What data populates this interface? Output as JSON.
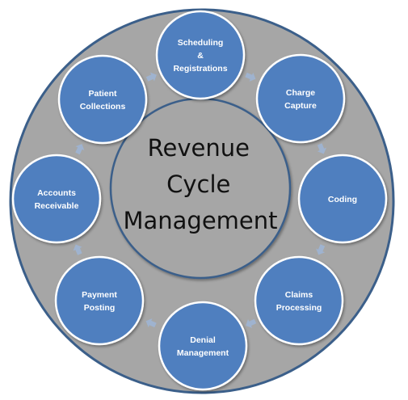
{
  "diagram": {
    "center_lines": [
      "Revenue",
      "Cycle",
      "Management"
    ],
    "nodes": [
      {
        "id": "scheduling",
        "lines": [
          "Scheduling",
          "&",
          "Registrations"
        ]
      },
      {
        "id": "charge",
        "lines": [
          "Charge",
          "Capture"
        ]
      },
      {
        "id": "coding",
        "lines": [
          "Coding"
        ]
      },
      {
        "id": "claims",
        "lines": [
          "Claims",
          "Processing"
        ]
      },
      {
        "id": "denial",
        "lines": [
          "Denial",
          "Management"
        ]
      },
      {
        "id": "payment",
        "lines": [
          "Payment",
          "Posting"
        ]
      },
      {
        "id": "accounts",
        "lines": [
          "Accounts",
          "Receivable"
        ]
      },
      {
        "id": "collections",
        "lines": [
          "Patient",
          "Collections"
        ]
      }
    ],
    "colors": {
      "ring": "#a6a6a6",
      "ring_border": "#3b5f8a",
      "node_fill": "#4f7fbf",
      "node_border": "#ffffff",
      "center_fill": "#a6a6a6",
      "center_border": "#3b5f8a",
      "arrow": "#9fb3cf"
    }
  }
}
